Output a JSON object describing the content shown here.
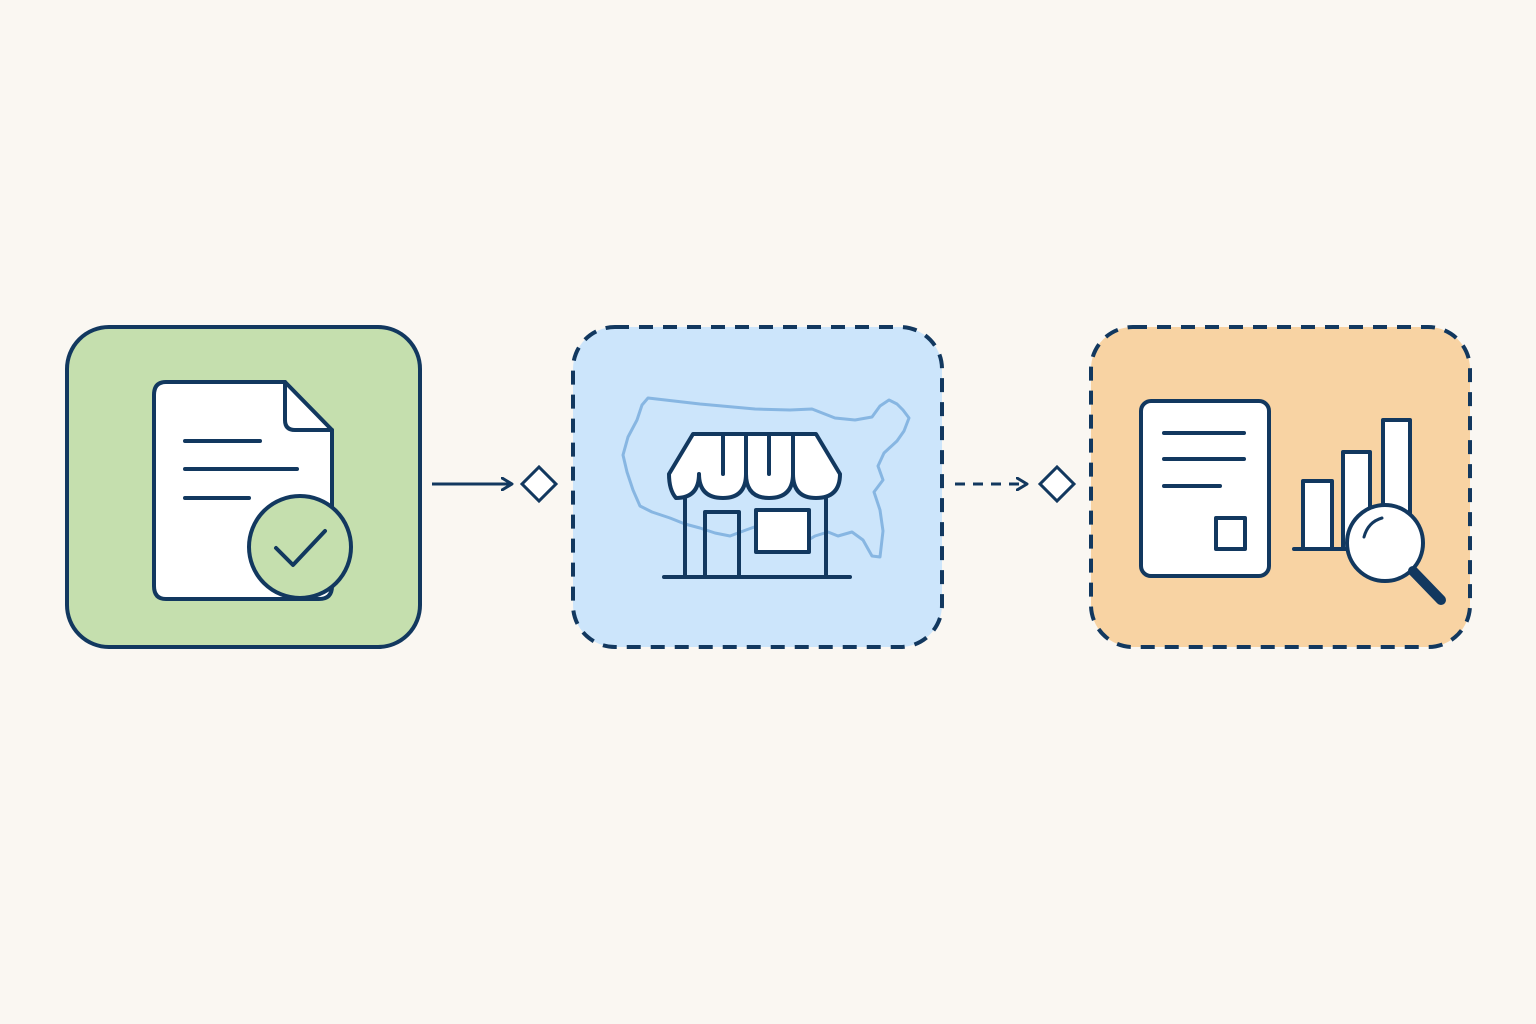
{
  "diagram": {
    "background": "#faf7f2",
    "stroke_color": "#12385f",
    "map_color": "#7aaedd",
    "steps": [
      {
        "id": "approved-document",
        "icon": "document-check-icon",
        "fill": "#c5dfae",
        "border": "solid"
      },
      {
        "id": "store",
        "icon": "storefront-icon",
        "backdrop": "us-map",
        "fill": "#cce5fb",
        "border": "dashed"
      },
      {
        "id": "report-analysis",
        "icon": "report-analytics-icon",
        "fill": "#f8d3a3",
        "border": "dashed"
      }
    ],
    "connectors": [
      {
        "from": "approved-document",
        "to": "store",
        "style": "solid",
        "marker": "diamond"
      },
      {
        "from": "store",
        "to": "report-analysis",
        "style": "dashed",
        "marker": "diamond"
      }
    ]
  }
}
